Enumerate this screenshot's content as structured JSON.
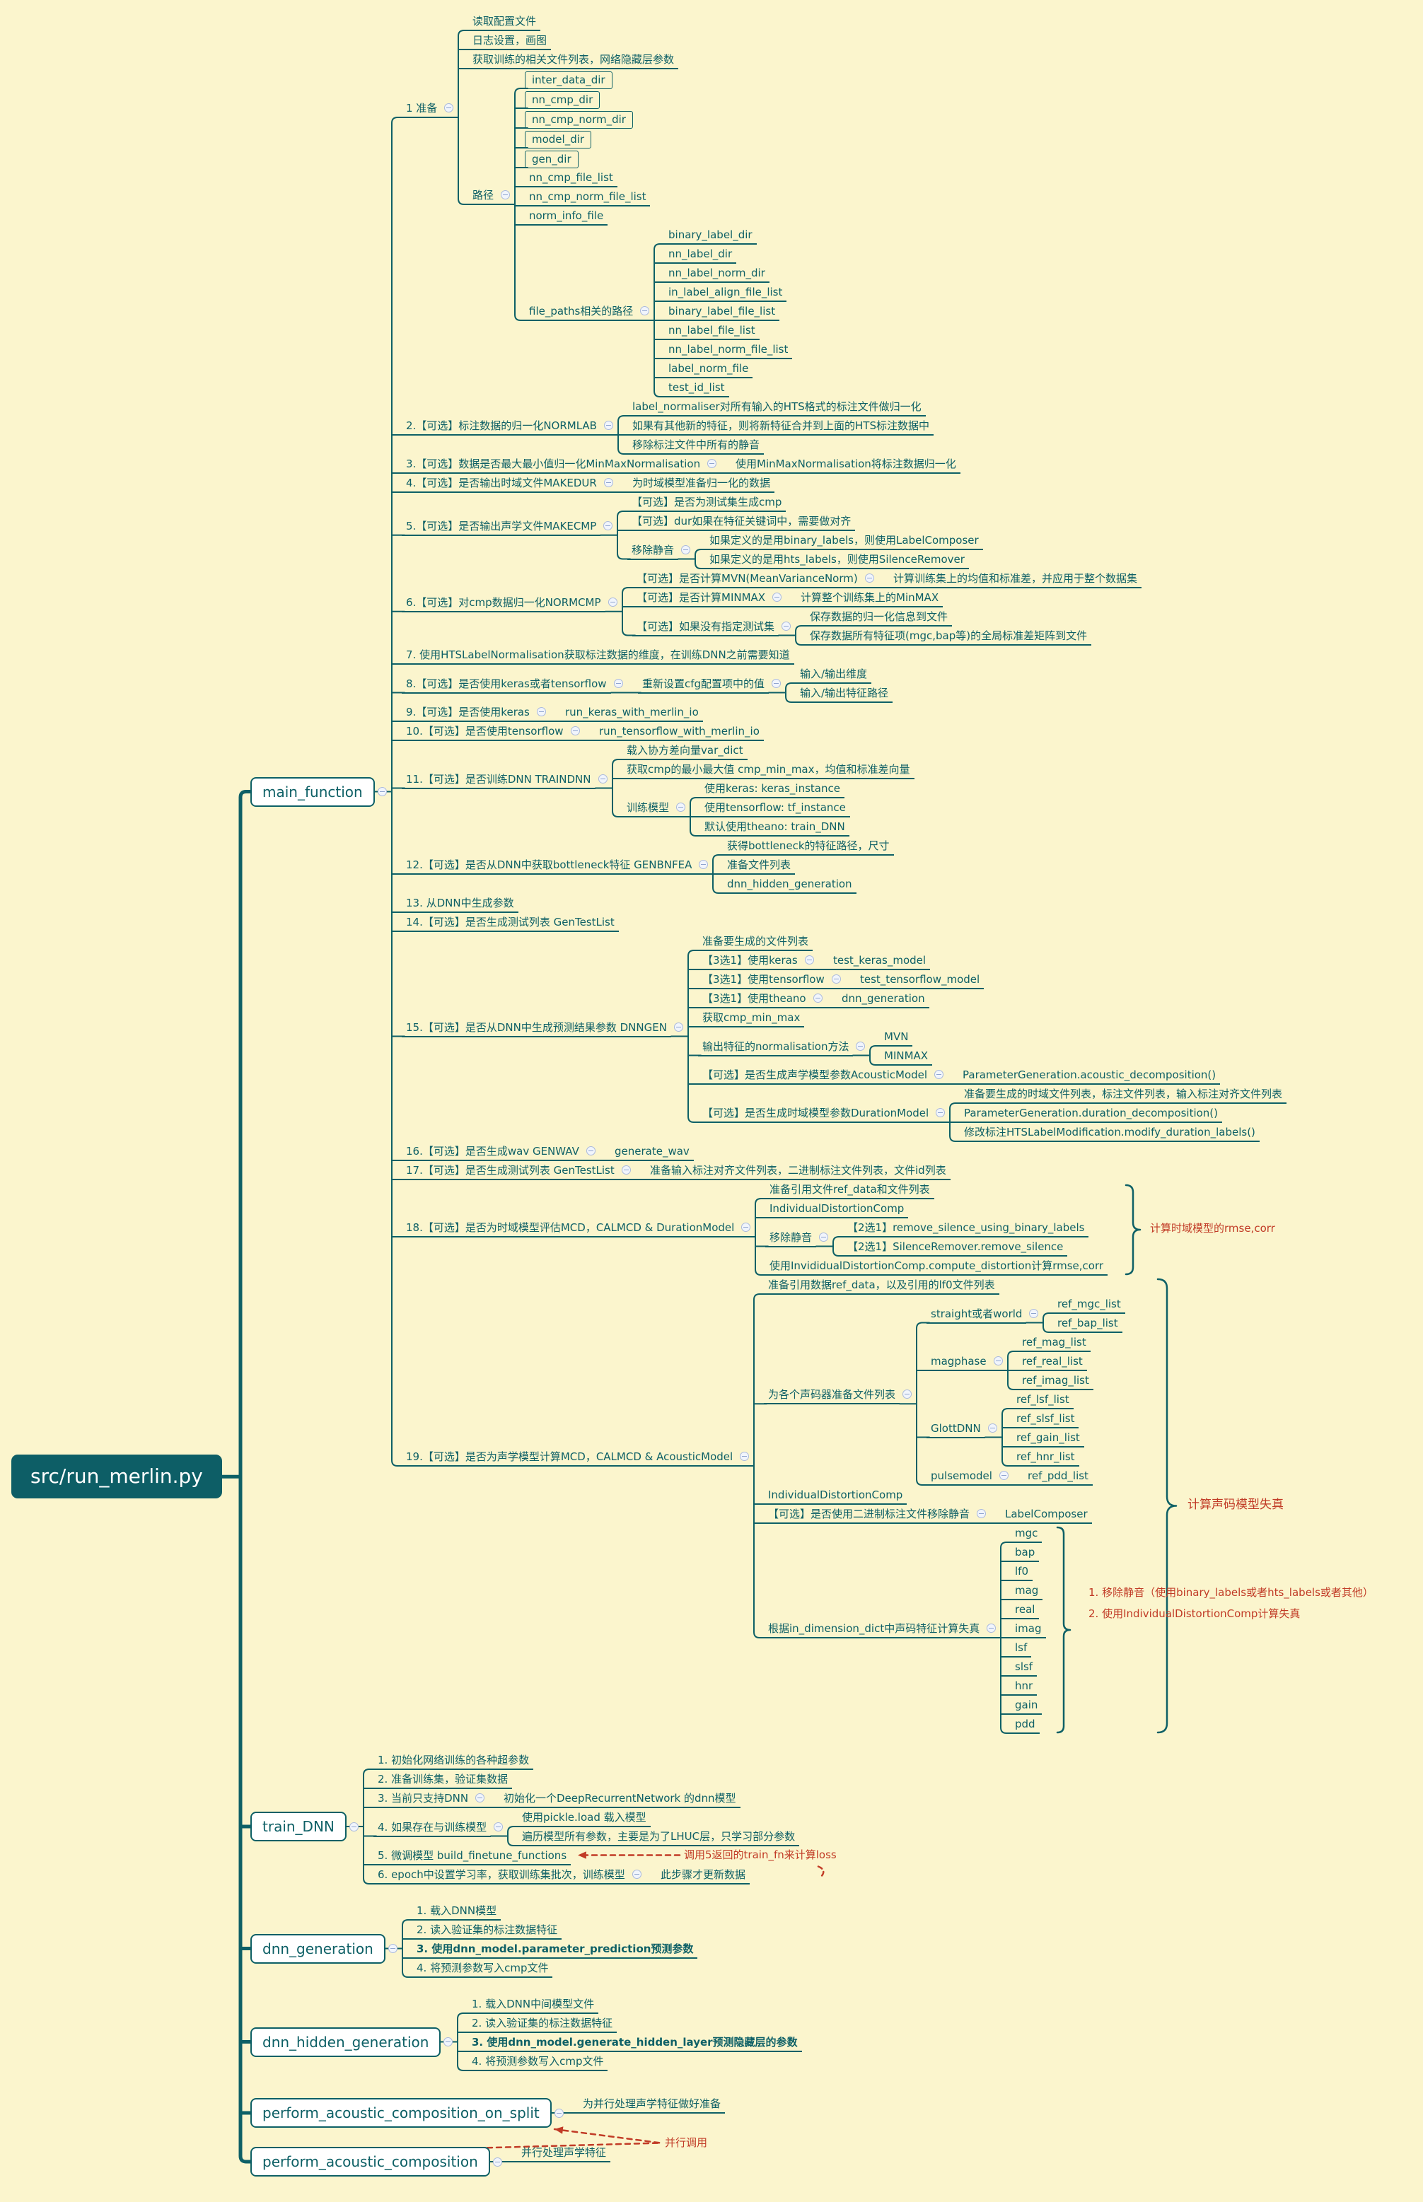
{
  "colors": {
    "bg": "#fbf5cd",
    "ink": "#0e6066",
    "red": "#c13b26",
    "root_bg": "#0d5e66",
    "root_text": "#ffffff",
    "section_bg": "#ffffff",
    "toggle_border": "#aab9dd"
  },
  "tree": {
    "t": "src/run_merlin.py",
    "s": "root",
    "c": [
      {
        "t": "main_function",
        "s": "sec",
        "c": [
          {
            "t": "1 准备",
            "c": [
              {
                "t": "读取配置文件"
              },
              {
                "t": "日志设置，画图"
              },
              {
                "t": "获取训练的相关文件列表，网络隐藏层参数"
              },
              {
                "t": "路径",
                "c": [
                  {
                    "t": "inter_data_dir",
                    "s": "b"
                  },
                  {
                    "t": "nn_cmp_dir",
                    "s": "b"
                  },
                  {
                    "t": "nn_cmp_norm_dir",
                    "s": "b"
                  },
                  {
                    "t": "model_dir",
                    "s": "b"
                  },
                  {
                    "t": "gen_dir",
                    "s": "b"
                  },
                  {
                    "t": "nn_cmp_file_list"
                  },
                  {
                    "t": "nn_cmp_norm_file_list"
                  },
                  {
                    "t": "norm_info_file"
                  },
                  {
                    "t": "file_paths相关的路径",
                    "c": [
                      {
                        "t": "binary_label_dir"
                      },
                      {
                        "t": "nn_label_dir"
                      },
                      {
                        "t": "nn_label_norm_dir"
                      },
                      {
                        "t": "in_label_align_file_list"
                      },
                      {
                        "t": "binary_label_file_list"
                      },
                      {
                        "t": "nn_label_file_list"
                      },
                      {
                        "t": "nn_label_norm_file_list"
                      },
                      {
                        "t": "label_norm_file"
                      },
                      {
                        "t": "test_id_list"
                      }
                    ]
                  }
                ]
              }
            ]
          },
          {
            "t": "2.【可选】标注数据的归一化NORMLAB",
            "c": [
              {
                "t": "label_normaliser对所有输入的HTS格式的标注文件做归一化"
              },
              {
                "t": "如果有其他新的特征，则将新特征合并到上面的HTS标注数据中"
              },
              {
                "t": "移除标注文件中所有的静音"
              }
            ]
          },
          {
            "t": "3.【可选】数据是否最大最小值归一化MinMaxNormalisation",
            "c": [
              {
                "t": "使用MinMaxNormalisation将标注数据归一化"
              }
            ]
          },
          {
            "t": "4.【可选】是否输出时域文件MAKEDUR",
            "c": [
              {
                "t": "为时域模型准备归一化的数据"
              }
            ]
          },
          {
            "t": "5.【可选】是否输出声学文件MAKECMP",
            "c": [
              {
                "t": "【可选】是否为测试集生成cmp"
              },
              {
                "t": "【可选】dur如果在特征关键词中，需要做对齐"
              },
              {
                "t": "移除静音",
                "c": [
                  {
                    "t": "如果定义的是用binary_labels，则使用LabelComposer"
                  },
                  {
                    "t": "如果定义的是用hts_labels，则使用SilenceRemover"
                  }
                ]
              }
            ]
          },
          {
            "t": "6.【可选】对cmp数据归一化NORMCMP",
            "c": [
              {
                "t": "【可选】是否计算MVN(MeanVarianceNorm)",
                "c": [
                  {
                    "t": "计算训练集上的均值和标准差，并应用于整个数据集"
                  }
                ]
              },
              {
                "t": "【可选】是否计算MINMAX",
                "c": [
                  {
                    "t": "计算整个训练集上的MinMAX"
                  }
                ]
              },
              {
                "t": "【可选】如果没有指定测试集",
                "c": [
                  {
                    "t": "保存数据的归一化信息到文件"
                  },
                  {
                    "t": "保存数据所有特征项(mgc,bap等)的全局标准差矩阵到文件"
                  }
                ]
              }
            ]
          },
          {
            "t": "7. 使用HTSLabelNormalisation获取标注数据的维度，在训练DNN之前需要知道"
          },
          {
            "t": "8.【可选】是否使用keras或者tensorflow",
            "c": [
              {
                "t": "重新设置cfg配置项中的值",
                "c": [
                  {
                    "t": "输入/输出维度"
                  },
                  {
                    "t": "输入/输出特征路径"
                  }
                ]
              }
            ]
          },
          {
            "t": "9.【可选】是否使用keras",
            "c": [
              {
                "t": "run_keras_with_merlin_io"
              }
            ]
          },
          {
            "t": "10.【可选】是否使用tensorflow",
            "c": [
              {
                "t": "run_tensorflow_with_merlin_io"
              }
            ]
          },
          {
            "t": "11.【可选】是否训练DNN TRAINDNN",
            "c": [
              {
                "t": "载入协方差向量var_dict"
              },
              {
                "t": "获取cmp的最小最大值 cmp_min_max，均值和标准差向量"
              },
              {
                "t": "训练模型",
                "c": [
                  {
                    "t": "使用keras:   keras_instance"
                  },
                  {
                    "t": "使用tensorflow:  tf_instance"
                  },
                  {
                    "t": "默认使用theano:  train_DNN"
                  }
                ]
              }
            ]
          },
          {
            "t": "12.【可选】是否从DNN中获取bottleneck特征 GENBNFEA",
            "c": [
              {
                "t": "获得bottleneck的特征路径，尺寸"
              },
              {
                "t": "准备文件列表"
              },
              {
                "t": "dnn_hidden_generation"
              }
            ]
          },
          {
            "t": "13. 从DNN中生成参数"
          },
          {
            "t": "14.【可选】是否生成测试列表 GenTestList"
          },
          {
            "t": "15.【可选】是否从DNN中生成预测结果参数 DNNGEN",
            "c": [
              {
                "t": "准备要生成的文件列表"
              },
              {
                "t": "【3选1】使用keras",
                "c": [
                  {
                    "t": "test_keras_model"
                  }
                ]
              },
              {
                "t": "【3选1】使用tensorflow",
                "c": [
                  {
                    "t": "test_tensorflow_model"
                  }
                ]
              },
              {
                "t": "【3选1】使用theano",
                "c": [
                  {
                    "t": "dnn_generation"
                  }
                ]
              },
              {
                "t": "获取cmp_min_max"
              },
              {
                "t": "输出特征的normalisation方法",
                "c": [
                  {
                    "t": "MVN"
                  },
                  {
                    "t": "MINMAX"
                  }
                ]
              },
              {
                "t": "【可选】是否生成声学模型参数AcousticModel",
                "c": [
                  {
                    "t": "ParameterGeneration.acoustic_decomposition()"
                  }
                ]
              },
              {
                "t": "【可选】是否生成时域模型参数DurationModel",
                "c": [
                  {
                    "t": "准备要生成的时域文件列表，标注文件列表，输入标注对齐文件列表"
                  },
                  {
                    "t": "ParameterGeneration.duration_decomposition()"
                  },
                  {
                    "t": "修改标注HTSLabelModification.modify_duration_labels()"
                  }
                ]
              }
            ]
          },
          {
            "t": "16.【可选】是否生成wav GENWAV",
            "c": [
              {
                "t": "generate_wav"
              }
            ]
          },
          {
            "t": "17.【可选】是否生成测试列表 GenTestList",
            "c": [
              {
                "t": "准备输入标注对齐文件列表，二进制标注文件列表，文件id列表"
              }
            ]
          },
          {
            "t": "18.【可选】是否为时域模型评估MCD，CALMCD & DurationModel",
            "id": "n18",
            "c": [
              {
                "t": "准备引用文件ref_data和文件列表"
              },
              {
                "t": "IndividualDistortionComp"
              },
              {
                "t": "移除静音",
                "c": [
                  {
                    "t": "【2选1】remove_silence_using_binary_labels"
                  },
                  {
                    "t": "【2选1】SilenceRemover.remove_silence"
                  }
                ]
              },
              {
                "t": "使用InvididualDistortionComp.compute_distortion计算rmse,corr"
              }
            ]
          },
          {
            "t": "19.【可选】是否为声学模型计算MCD，CALMCD & AcousticModel",
            "id": "n19",
            "c": [
              {
                "t": "准备引用数据ref_data，以及引用的lf0文件列表"
              },
              {
                "t": "为各个声码器准备文件列表",
                "c": [
                  {
                    "t": "straight或者world",
                    "c": [
                      {
                        "t": "ref_mgc_list"
                      },
                      {
                        "t": "ref_bap_list"
                      }
                    ]
                  },
                  {
                    "t": "magphase",
                    "c": [
                      {
                        "t": "ref_mag_list"
                      },
                      {
                        "t": "ref_real_list"
                      },
                      {
                        "t": "ref_imag_list"
                      }
                    ]
                  },
                  {
                    "t": "GlottDNN",
                    "c": [
                      {
                        "t": "ref_lsf_list"
                      },
                      {
                        "t": "ref_slsf_list"
                      },
                      {
                        "t": "ref_gain_list"
                      },
                      {
                        "t": "ref_hnr_list"
                      }
                    ]
                  },
                  {
                    "t": "pulsemodel",
                    "c": [
                      {
                        "t": "ref_pdd_list"
                      }
                    ]
                  }
                ]
              },
              {
                "t": "IndividualDistortionComp"
              },
              {
                "t": "【可选】是否使用二进制标注文件移除静音",
                "c": [
                  {
                    "t": "LabelComposer"
                  }
                ]
              },
              {
                "t": "根据in_dimension_dict中声码特征计算失真",
                "id": "feat",
                "c": [
                  {
                    "t": "mgc"
                  },
                  {
                    "t": "bap"
                  },
                  {
                    "t": "lf0"
                  },
                  {
                    "t": "mag"
                  },
                  {
                    "t": "real"
                  },
                  {
                    "t": "imag"
                  },
                  {
                    "t": "lsf"
                  },
                  {
                    "t": "slsf"
                  },
                  {
                    "t": "hnr"
                  },
                  {
                    "t": "gain"
                  },
                  {
                    "t": "pdd"
                  }
                ]
              }
            ]
          }
        ]
      },
      {
        "t": "train_DNN",
        "s": "sec",
        "c": [
          {
            "t": "1. 初始化网络训练的各种超参数"
          },
          {
            "t": "2. 准备训练集，验证集数据"
          },
          {
            "t": "3. 当前只支持DNN",
            "c": [
              {
                "t": "初始化一个DeepRecurrentNetwork 的dnn模型"
              }
            ]
          },
          {
            "t": "4. 如果存在与训练模型",
            "c": [
              {
                "t": "使用pickle.load 载入模型"
              },
              {
                "t": "遍历模型所有参数，主要是为了LHUC层，只学习部分参数"
              }
            ]
          },
          {
            "t": "5. 微调模型 build_finetune_functions",
            "id": "finetune"
          },
          {
            "t": "6. epoch中设置学习率，获取训练集批次，训练模型",
            "c": [
              {
                "t": "此步骤才更新数据"
              }
            ]
          }
        ]
      },
      {
        "t": "dnn_generation",
        "s": "sec",
        "c": [
          {
            "t": "1. 载入DNN模型"
          },
          {
            "t": "2. 读入验证集的标注数据特征"
          },
          {
            "t": "3. 使用dnn_model.parameter_prediction预测参数",
            "bold": true
          },
          {
            "t": "4. 将预测参数写入cmp文件"
          }
        ]
      },
      {
        "t": "dnn_hidden_generation",
        "s": "sec",
        "c": [
          {
            "t": "1. 载入DNN中间模型文件"
          },
          {
            "t": "2. 读入验证集的标注数据特征"
          },
          {
            "t": "3. 使用dnn_model.generate_hidden_layer预测隐藏层的参数",
            "bold": true
          },
          {
            "t": "4. 将预测参数写入cmp文件"
          }
        ]
      },
      {
        "t": "perform_acoustic_composition_on_split",
        "s": "sec",
        "id": "pacs",
        "c": [
          {
            "t": "为并行处理声学特征做好准备"
          }
        ]
      },
      {
        "t": "perform_acoustic_composition",
        "s": "sec",
        "id": "pac",
        "c": [
          {
            "t": "并行处理声学特征"
          }
        ]
      }
    ]
  },
  "annotations": {
    "duration_eval": "计算时域模型的rmse,corr",
    "vocoder_eval": "计算声码模型失真",
    "distortion_note_1": "1. 移除静音（使用binary_labels或者hts_labels或者其他）",
    "distortion_note_2": "2. 使用IndividualDistortionComp计算失真",
    "train_fn_note": "调用5返回的train_fn来计算loss",
    "parallel_call": "并行调用"
  }
}
